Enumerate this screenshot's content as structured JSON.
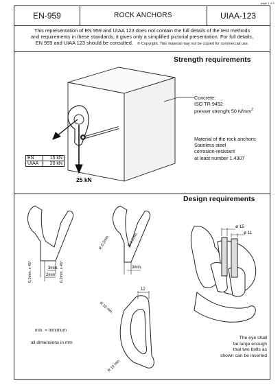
{
  "page_number": "page 1 of 2",
  "header": {
    "standard": "EN-959",
    "title": "ROCK ANCHORS",
    "uiaa": "UIAA-123"
  },
  "disclaimer": {
    "line1": "This representation of EN 959 and UIAA 123 does not contain the full details of the test methods",
    "line2": "and requirements in these standards; it gives only a simplified pictorial presentation. For full details,",
    "line3": "EN 959  and UIAA 123 should be consulted.",
    "copyright": "© Copyright. This material may not be copied for commercial use."
  },
  "strength": {
    "heading": "Strength requirements",
    "concrete": {
      "line1": "Concrete:",
      "line2": "ISO TR 9492",
      "line3": "presser strenght 50 N/mm",
      "sup": "2"
    },
    "material": {
      "line1": "Material of the rock anchors:",
      "line2": "Stainless steel",
      "line3": "corrosion-resistant",
      "line4": "at least number 1.4307"
    },
    "table": [
      {
        "org": "EN",
        "value": "15 kN"
      },
      {
        "org": "UIAA",
        "value": "20 kN"
      }
    ],
    "load": "25 kN"
  },
  "design": {
    "heading": "Design requirements",
    "dims": {
      "c1_a": "0,2min. x 45°",
      "c1_b": "0,2min. x 45°",
      "c1_3min": "3min.",
      "c1_2min": "2min.",
      "c2_r1": "R 0,2min.",
      "c2_r2": "R 0,2min.",
      "c2_3min": "3min.",
      "ring_12": "12",
      "ring_r1": "R 10 min.",
      "ring_r2": "R 10 min.",
      "d15": "ø 15",
      "d11": "ø 11"
    },
    "legend1": "min. = minimum",
    "legend2": "all dimensions in mm",
    "eye_note": [
      "The eye shall",
      "be large enough",
      "that two bolts as",
      "shown can be inserted"
    ]
  }
}
